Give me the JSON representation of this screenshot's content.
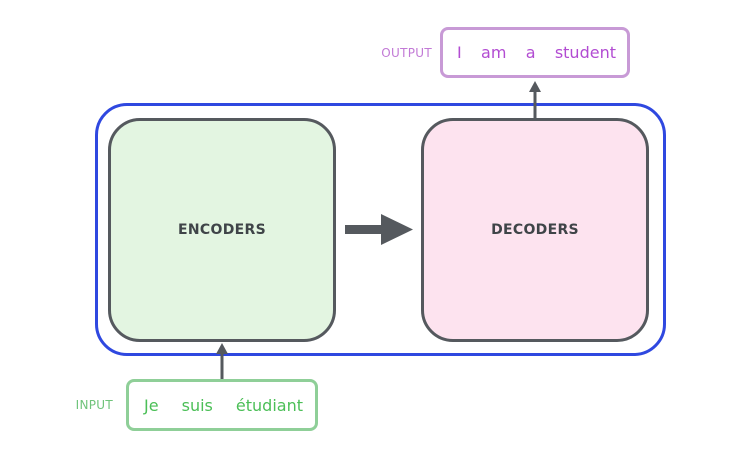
{
  "diagram": {
    "encoders_label": "ENCODERS",
    "decoders_label": "DECODERS",
    "input": {
      "label": "INPUT",
      "tokens": [
        "Je",
        "suis",
        "étudiant"
      ]
    },
    "output": {
      "label": "OUTPUT",
      "tokens": [
        "I",
        "am",
        "a",
        "student"
      ]
    }
  },
  "colors": {
    "frame": "#2f48e0",
    "box_border": "#55595e",
    "encoders_fill": "#e3f5e1",
    "decoders_fill": "#fde3ef",
    "input_border": "#8fcf98",
    "input_text": "#4bbf57",
    "output_border": "#c89ad6",
    "output_text": "#b24cd2",
    "arrow": "#55595e"
  }
}
